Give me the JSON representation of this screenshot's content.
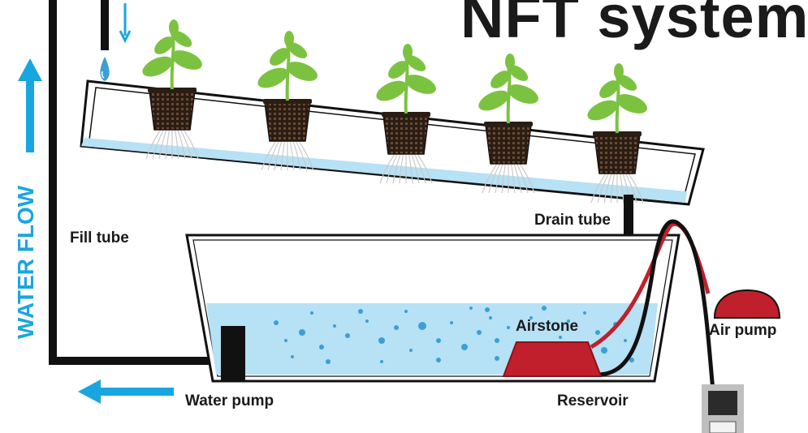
{
  "title": "NFT system",
  "labels": {
    "water_flow": "WATER FLOW",
    "fill_tube": "Fill tube",
    "drain_tube": "Drain tube",
    "airstone": "Airstone",
    "air_pump": "Air pump",
    "water_pump": "Water pump",
    "reservoir": "Reservoir"
  },
  "colors": {
    "flow_arrow": "#19a6e0",
    "water": "#b7e1f5",
    "airline": "#c0202c",
    "airstone": "#c0202c",
    "tube": "#111111",
    "leaf": "#7cc241",
    "net_pot": "#3a2a1f"
  },
  "plant_count": 5
}
